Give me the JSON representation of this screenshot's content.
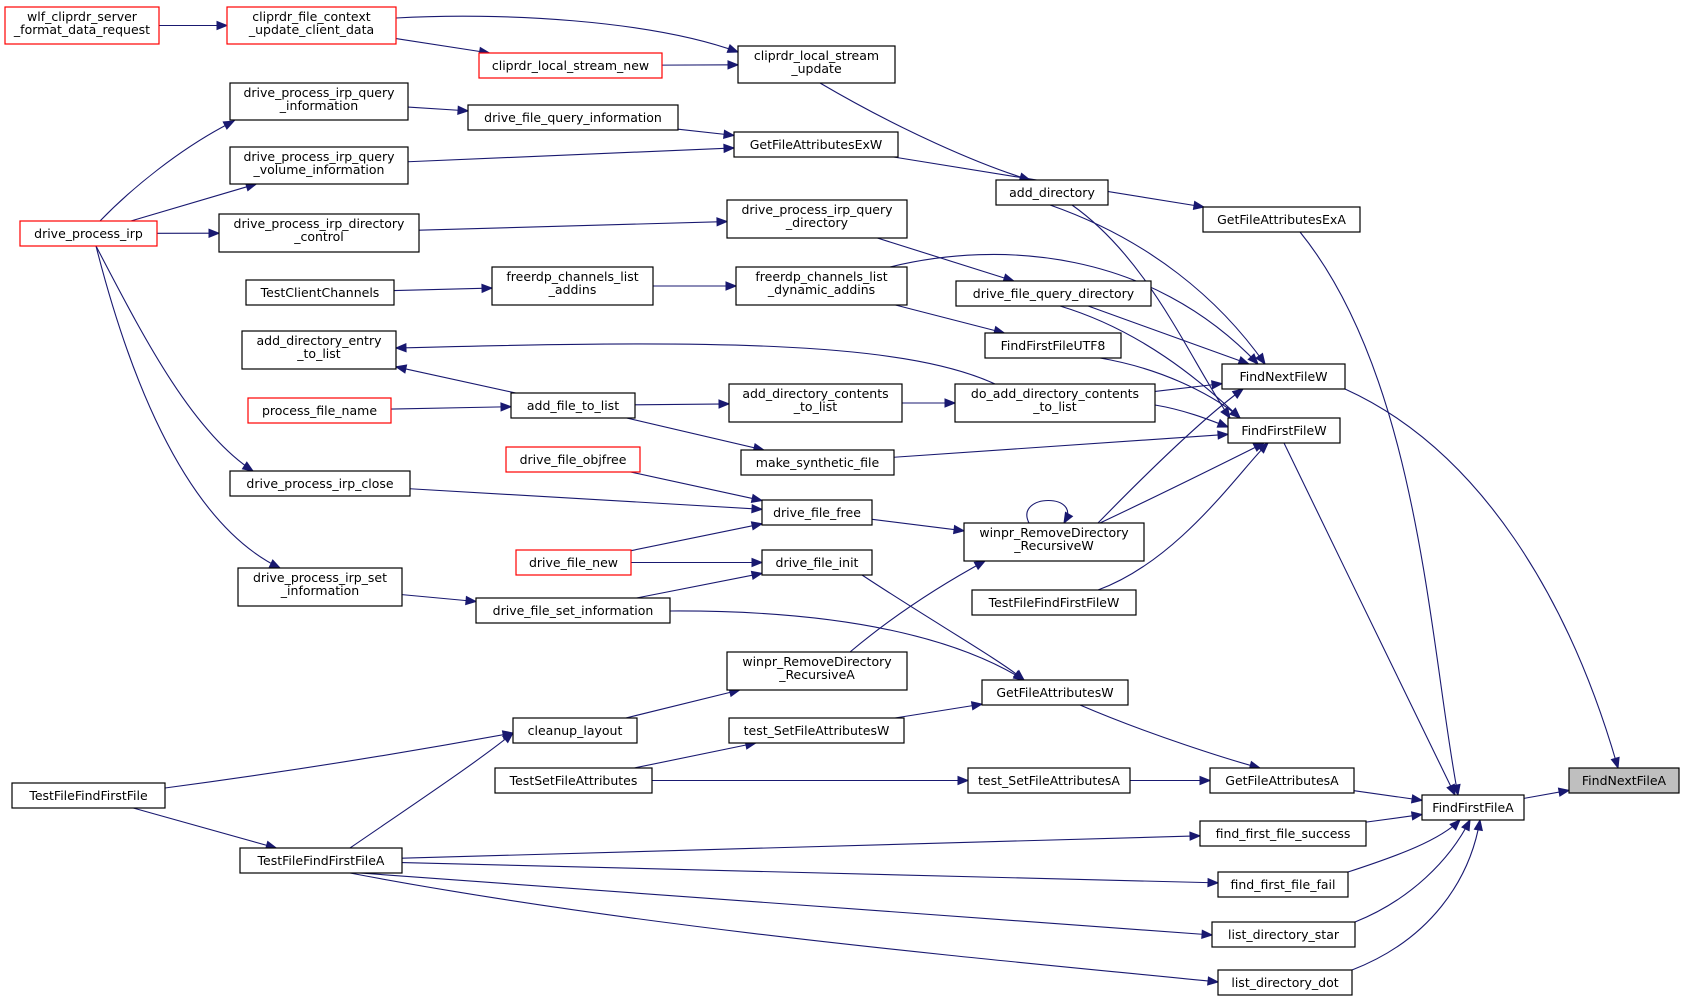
{
  "nodes": {
    "wlf": {
      "lines": [
        "wlf_cliprdr_server",
        "_format_data_request"
      ],
      "style": "red"
    },
    "cfcu": {
      "lines": [
        "cliprdr_file_context",
        "_update_client_data"
      ],
      "style": "red"
    },
    "clsn": {
      "lines": [
        "cliprdr_local_stream_new"
      ],
      "style": "red"
    },
    "clsu": {
      "lines": [
        "cliprdr_local_stream",
        "_update"
      ],
      "style": "black"
    },
    "dpiqi": {
      "lines": [
        "drive_process_irp_query",
        "_information"
      ],
      "style": "black"
    },
    "dfqi": {
      "lines": [
        "drive_file_query_information"
      ],
      "style": "black"
    },
    "gfaexw": {
      "lines": [
        "GetFileAttributesExW"
      ],
      "style": "black"
    },
    "dpiqvi": {
      "lines": [
        "drive_process_irp_query",
        "_volume_information"
      ],
      "style": "black"
    },
    "adddir": {
      "lines": [
        "add_directory"
      ],
      "style": "black"
    },
    "gfaexa": {
      "lines": [
        "GetFileAttributesExA"
      ],
      "style": "black"
    },
    "dpi": {
      "lines": [
        "drive_process_irp"
      ],
      "style": "red"
    },
    "dpidc": {
      "lines": [
        "drive_process_irp_directory",
        "_control"
      ],
      "style": "black"
    },
    "dpiqd": {
      "lines": [
        "drive_process_irp_query",
        "_directory"
      ],
      "style": "black"
    },
    "tcc": {
      "lines": [
        "TestClientChannels"
      ],
      "style": "black"
    },
    "fcla": {
      "lines": [
        "freerdp_channels_list",
        "_addins"
      ],
      "style": "black"
    },
    "fclda": {
      "lines": [
        "freerdp_channels_list",
        "_dynamic_addins"
      ],
      "style": "black"
    },
    "dfqd": {
      "lines": [
        "drive_file_query_directory"
      ],
      "style": "black"
    },
    "adetl": {
      "lines": [
        "add_directory_entry",
        "_to_list"
      ],
      "style": "black"
    },
    "fffutf8": {
      "lines": [
        "FindFirstFileUTF8"
      ],
      "style": "black"
    },
    "fnfw": {
      "lines": [
        "FindNextFileW"
      ],
      "style": "black"
    },
    "pfn": {
      "lines": [
        "process_file_name"
      ],
      "style": "red"
    },
    "aftl": {
      "lines": [
        "add_file_to_list"
      ],
      "style": "black"
    },
    "adctl": {
      "lines": [
        "add_directory_contents",
        "_to_list"
      ],
      "style": "black"
    },
    "dadctl": {
      "lines": [
        "do_add_directory_contents",
        "_to_list"
      ],
      "style": "black"
    },
    "fffw": {
      "lines": [
        "FindFirstFileW"
      ],
      "style": "black"
    },
    "dfo": {
      "lines": [
        "drive_file_objfree"
      ],
      "style": "red"
    },
    "msf": {
      "lines": [
        "make_synthetic_file"
      ],
      "style": "black"
    },
    "dpic": {
      "lines": [
        "drive_process_irp_close"
      ],
      "style": "black"
    },
    "dff": {
      "lines": [
        "drive_file_free"
      ],
      "style": "black"
    },
    "wrdrw": {
      "lines": [
        "winpr_RemoveDirectory",
        "_RecursiveW"
      ],
      "style": "black"
    },
    "dfn": {
      "lines": [
        "drive_file_new"
      ],
      "style": "red"
    },
    "dfinit": {
      "lines": [
        "drive_file_init"
      ],
      "style": "black"
    },
    "dpisi": {
      "lines": [
        "drive_process_irp_set",
        "_information"
      ],
      "style": "black"
    },
    "dfsi": {
      "lines": [
        "drive_file_set_information"
      ],
      "style": "black"
    },
    "tffffw": {
      "lines": [
        "TestFileFindFirstFileW"
      ],
      "style": "black"
    },
    "wrdra": {
      "lines": [
        "winpr_RemoveDirectory",
        "_RecursiveA"
      ],
      "style": "black"
    },
    "gfaw": {
      "lines": [
        "GetFileAttributesW"
      ],
      "style": "black"
    },
    "cl": {
      "lines": [
        "cleanup_layout"
      ],
      "style": "black"
    },
    "tsfaw": {
      "lines": [
        "test_SetFileAttributesW"
      ],
      "style": "black"
    },
    "tsfa": {
      "lines": [
        "TestSetFileAttributes"
      ],
      "style": "black"
    },
    "tsfaa": {
      "lines": [
        "test_SetFileAttributesA"
      ],
      "style": "black"
    },
    "gfaa": {
      "lines": [
        "GetFileAttributesA"
      ],
      "style": "black"
    },
    "nfna": {
      "lines": [
        "FindNextFileA"
      ],
      "style": "current"
    },
    "ffff": {
      "lines": [
        "TestFileFindFirstFile"
      ],
      "style": "black"
    },
    "fffa": {
      "lines": [
        "FindFirstFileA"
      ],
      "style": "black"
    },
    "fffs": {
      "lines": [
        "find_first_file_success"
      ],
      "style": "black"
    },
    "tffffa": {
      "lines": [
        "TestFileFindFirstFileA"
      ],
      "style": "black"
    },
    "ffffail": {
      "lines": [
        "find_first_file_fail"
      ],
      "style": "black"
    },
    "lds": {
      "lines": [
        "list_directory_star"
      ],
      "style": "black"
    },
    "ldd": {
      "lines": [
        "list_directory_dot"
      ],
      "style": "black"
    }
  },
  "edges": [
    [
      "wlf",
      "cfcu"
    ],
    [
      "cfcu",
      "clsn"
    ],
    [
      "cfcu",
      "clsu"
    ],
    [
      "clsn",
      "clsu"
    ],
    [
      "clsu",
      "adddir"
    ],
    [
      "dpiqi",
      "dfqi"
    ],
    [
      "dfqi",
      "gfaexw"
    ],
    [
      "dpiqvi",
      "gfaexw"
    ],
    [
      "gfaexw",
      "gfaexa"
    ],
    [
      "dpi",
      "dpiqi"
    ],
    [
      "dpi",
      "dpiqvi"
    ],
    [
      "dpi",
      "dpidc"
    ],
    [
      "dpi",
      "dpic"
    ],
    [
      "dpi",
      "dpisi"
    ],
    [
      "dpidc",
      "dpiqd"
    ],
    [
      "dpiqd",
      "dfqd"
    ],
    [
      "tcc",
      "fcla"
    ],
    [
      "fcla",
      "fclda"
    ],
    [
      "fclda",
      "fffutf8"
    ],
    [
      "fclda",
      "fnfw"
    ],
    [
      "adddir",
      "fnfw"
    ],
    [
      "adddir",
      "fffw"
    ],
    [
      "dfqd",
      "fnfw"
    ],
    [
      "dfqd",
      "fffw"
    ],
    [
      "fffutf8",
      "fffw"
    ],
    [
      "dadctl",
      "adetl"
    ],
    [
      "aftl",
      "adetl"
    ],
    [
      "pfn",
      "aftl"
    ],
    [
      "aftl",
      "adctl"
    ],
    [
      "adctl",
      "dadctl"
    ],
    [
      "dadctl",
      "fnfw"
    ],
    [
      "dadctl",
      "fffw"
    ],
    [
      "aftl",
      "msf"
    ],
    [
      "msf",
      "fffw"
    ],
    [
      "dfo",
      "dff"
    ],
    [
      "dpic",
      "dff"
    ],
    [
      "dfn",
      "dff"
    ],
    [
      "dff",
      "wrdrw"
    ],
    [
      "wrdrw",
      "wrdrw"
    ],
    [
      "wrdrw",
      "fnfw"
    ],
    [
      "wrdrw",
      "fffw"
    ],
    [
      "dfn",
      "dfinit"
    ],
    [
      "dfsi",
      "dfinit"
    ],
    [
      "dpisi",
      "dfsi"
    ],
    [
      "tffffw",
      "fffw"
    ],
    [
      "dfinit",
      "gfaw"
    ],
    [
      "dfsi",
      "gfaw"
    ],
    [
      "wrdra",
      "wrdrw"
    ],
    [
      "cl",
      "wrdra"
    ],
    [
      "tsfaw",
      "gfaw"
    ],
    [
      "tsfa",
      "tsfaw"
    ],
    [
      "tsfa",
      "tsfaa"
    ],
    [
      "tsfaa",
      "gfaa"
    ],
    [
      "gfaw",
      "gfaa"
    ],
    [
      "gfaa",
      "fffa"
    ],
    [
      "gfaexa",
      "fffa"
    ],
    [
      "fffw",
      "fffa"
    ],
    [
      "fnfw",
      "nfna"
    ],
    [
      "fffa",
      "nfna"
    ],
    [
      "ffff",
      "cl"
    ],
    [
      "ffff",
      "tffffa"
    ],
    [
      "tffffa",
      "cl"
    ],
    [
      "tffffa",
      "fffs"
    ],
    [
      "tffffa",
      "ffffail"
    ],
    [
      "tffffa",
      "lds"
    ],
    [
      "tffffa",
      "ldd"
    ],
    [
      "fffs",
      "fffa"
    ],
    [
      "ffffail",
      "fffa"
    ],
    [
      "lds",
      "fffa"
    ],
    [
      "ldd",
      "fffa"
    ]
  ]
}
